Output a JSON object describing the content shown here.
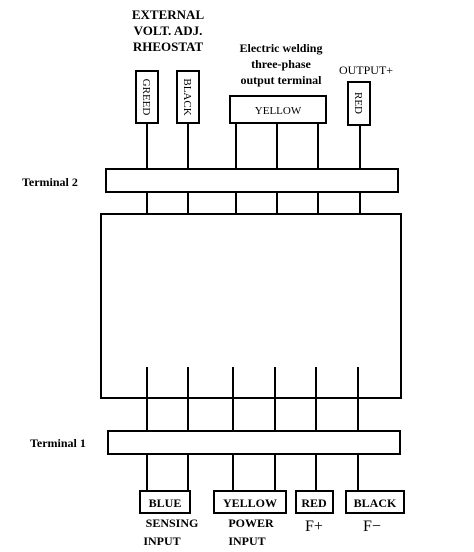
{
  "top_labels": {
    "rheostat": [
      "EXTERNAL",
      "VOLT. ADJ.",
      "RHEOSTAT"
    ],
    "welding": [
      "Electric welding",
      "three-phase",
      "output terminal"
    ],
    "output": "OUTPUT+"
  },
  "top_tags": {
    "greed": "GREED",
    "black": "BLACK",
    "yellow": "YELLOW",
    "red": "RED"
  },
  "terminals": {
    "terminal2": "Terminal 2",
    "terminal1": "Terminal 1"
  },
  "bottom_tags": {
    "blue": "BLUE",
    "yellow": "YELLOW",
    "red": "RED",
    "black": "BLACK"
  },
  "bottom_labels": {
    "sensing": [
      "SENSING",
      "INPUT"
    ],
    "power": [
      "POWER",
      "INPUT"
    ],
    "f_plus": "F+",
    "f_minus": "F−"
  }
}
